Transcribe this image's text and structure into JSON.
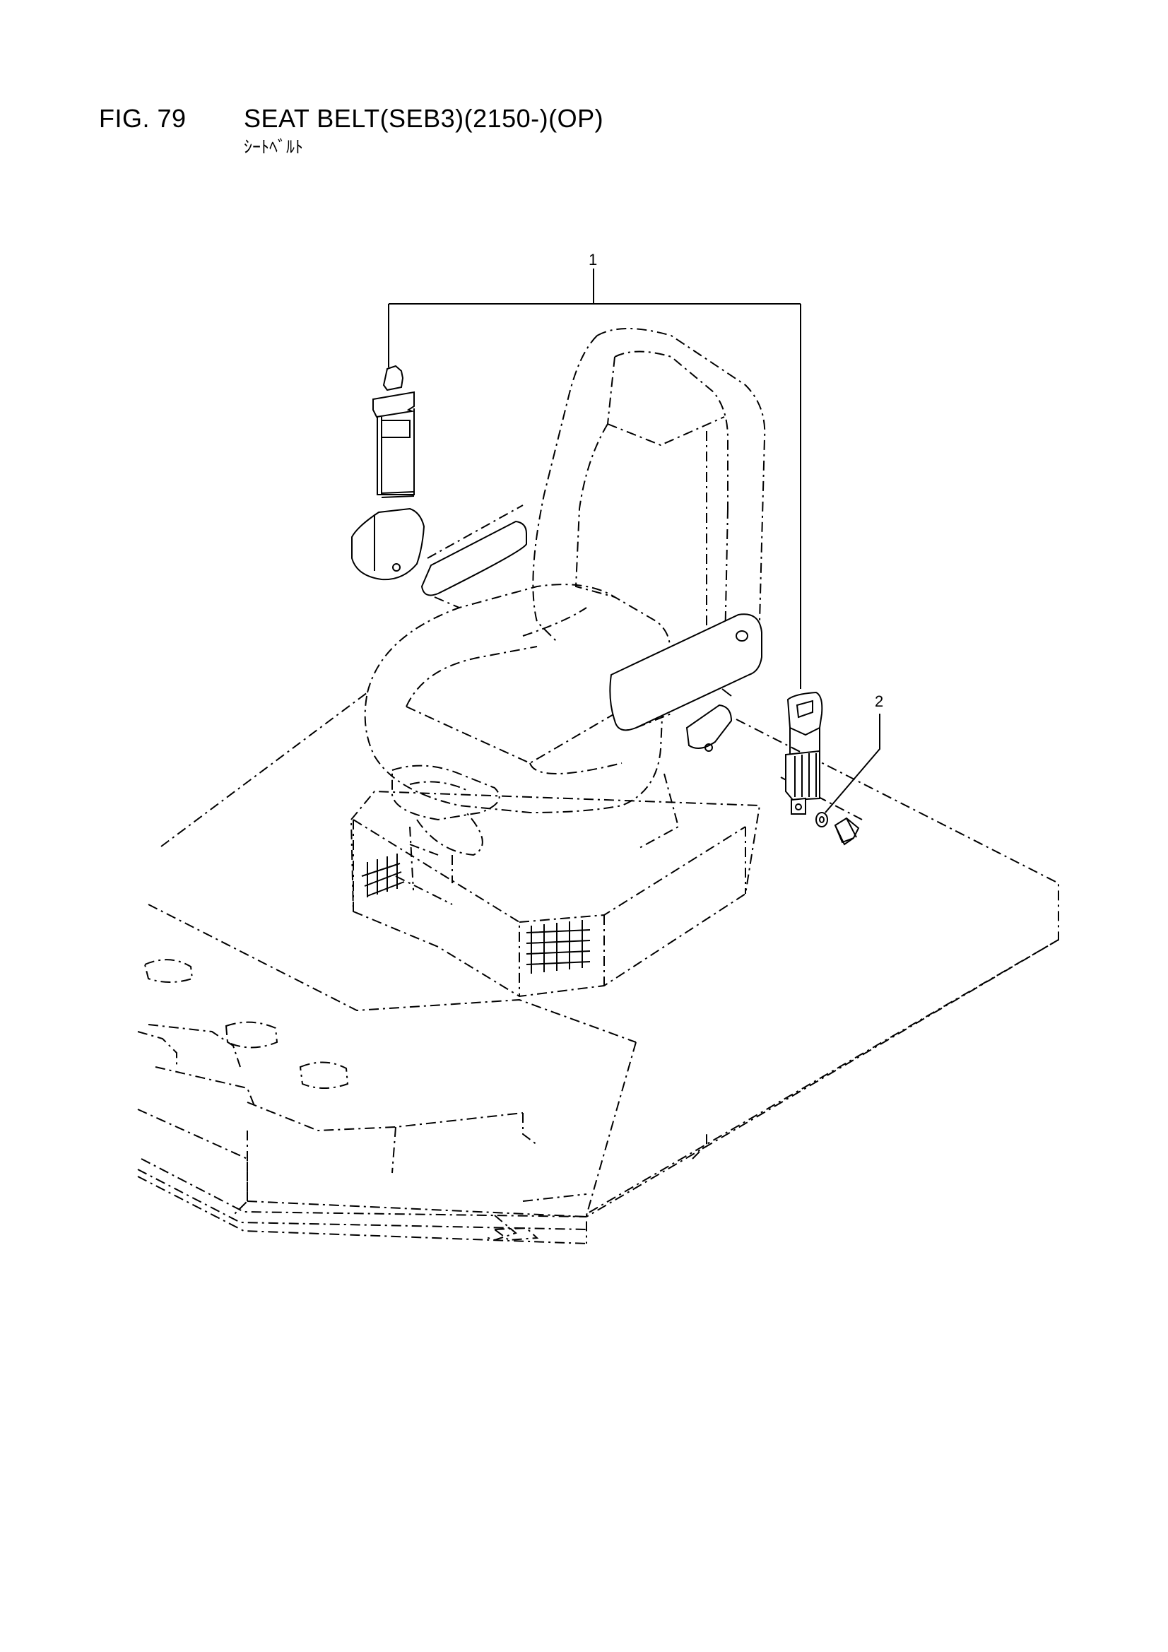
{
  "figure": {
    "number": "FIG. 79",
    "title": "SEAT BELT(SEB3)(2150-)(OP)",
    "subtitle": "ｼｰﾄﾍﾞﾙﾄ"
  },
  "callouts": [
    {
      "id": "1"
    },
    {
      "id": "2"
    }
  ]
}
